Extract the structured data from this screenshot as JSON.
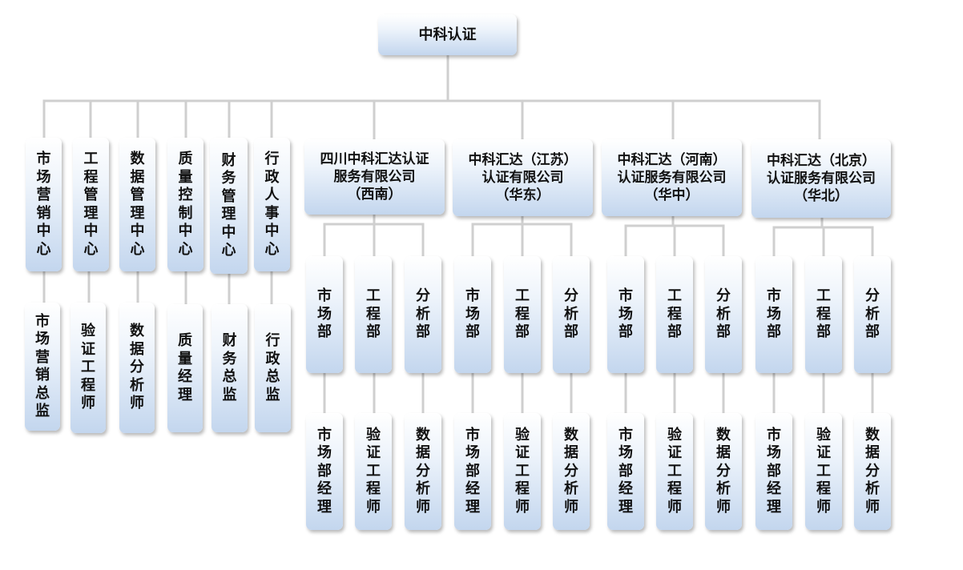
{
  "root": "中科认证",
  "centers": [
    {
      "name": "市场营销中心",
      "role": "市场营销总监"
    },
    {
      "name": "工程管理中心",
      "role": "验证工程师"
    },
    {
      "name": "数据管理中心",
      "role": "数据分析师"
    },
    {
      "name": "质量控制中心",
      "role": "质量经理"
    },
    {
      "name": "财务管理中心",
      "role": "财务总监"
    },
    {
      "name": "行政人事中心",
      "role": "行政总监"
    }
  ],
  "branches": [
    {
      "name": "四川中科汇达认证\n服务有限公司\n（西南）",
      "depts": [
        {
          "name": "市场部",
          "role": "市场部经理"
        },
        {
          "name": "工程部",
          "role": "验证工程师"
        },
        {
          "name": "分析部",
          "role": "数据分析师"
        }
      ]
    },
    {
      "name": "中科汇达（江苏）\n认证有限公司\n（华东）",
      "depts": [
        {
          "name": "市场部",
          "role": "市场部经理"
        },
        {
          "name": "工程部",
          "role": "验证工程师"
        },
        {
          "name": "分析部",
          "role": "数据分析师"
        }
      ]
    },
    {
      "name": "中科汇达（河南）\n认证服务有限公司\n（华中）",
      "depts": [
        {
          "name": "市场部",
          "role": "市场部经理"
        },
        {
          "name": "工程部",
          "role": "验证工程师"
        },
        {
          "name": "分析部",
          "role": "数据分析师"
        }
      ]
    },
    {
      "name": "中科汇达（北京）\n认证服务有限公司\n（华北）",
      "depts": [
        {
          "name": "市场部",
          "role": "市场部经理"
        },
        {
          "name": "工程部",
          "role": "验证工程师"
        },
        {
          "name": "分析部",
          "role": "数据分析师"
        }
      ]
    }
  ]
}
